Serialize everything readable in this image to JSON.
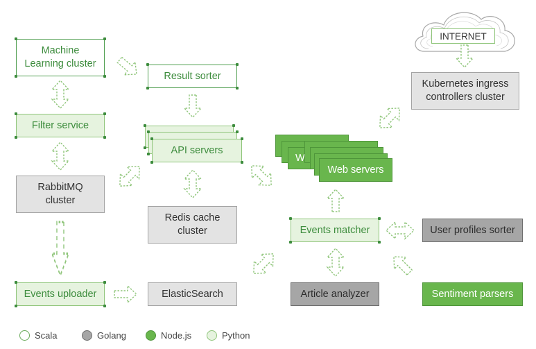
{
  "boxes": {
    "ml_cluster": "Machine\nLearning cluster",
    "result_sorter": "Result sorter",
    "filter_service": "Filter service",
    "api_servers": "API servers",
    "rabbitmq": "RabbitMQ\ncluster",
    "redis": "Redis cache\ncluster",
    "events_uploader": "Events uploader",
    "elasticsearch": "ElasticSearch",
    "internet": "INTERNET",
    "kubernetes": "Kubernetes ingress\ncontrollers cluster",
    "web_servers": "Web servers",
    "web_servers_partial": "We",
    "events_matcher": "Events matcher",
    "user_profiles_sorter": "User profiles sorter",
    "article_analyzer": "Article analyzer",
    "sentiment_parsers": "Sentiment parsers"
  },
  "legend": [
    {
      "label": "Scala",
      "fill": "#ffffff",
      "stroke": "#6aaa5a"
    },
    {
      "label": "Golang",
      "fill": "#a6a6a6",
      "stroke": "#6d6d6d"
    },
    {
      "label": "Node.js",
      "fill": "#69b64d",
      "stroke": "#4e953a"
    },
    {
      "label": "Python",
      "fill": "#e6f3df",
      "stroke": "#8fc57a"
    }
  ]
}
